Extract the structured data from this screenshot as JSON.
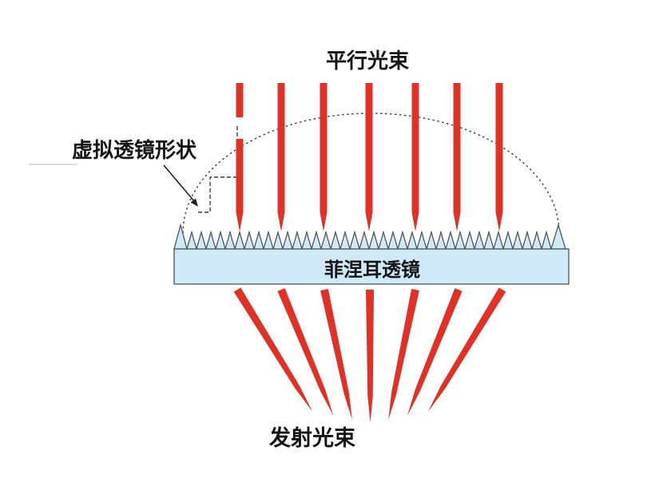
{
  "diagram": {
    "labels": {
      "parallel_beams": "平行光束",
      "virtual_lens_shape": "虚拟透镜形状",
      "fresnel_lens": "菲涅耳透镜",
      "emitted_beams": "发射光束"
    },
    "colors": {
      "beam_red": "#e03127",
      "lens_fill": "#cfe9f6",
      "lens_outline": "#4a565c",
      "dashed_line": "#3c3c3c",
      "text_color": "#141414",
      "background": "#ffffff"
    },
    "beam_counts": {
      "incoming": 7,
      "outgoing": 7
    }
  }
}
